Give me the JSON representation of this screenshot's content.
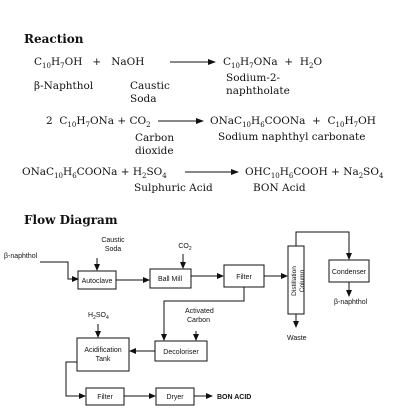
{
  "reaction": {
    "heading": "Reaction",
    "eq1": {
      "left": "C10H7OH  +  NaOH",
      "right": "C10H7ONa  +  H2O",
      "labels": [
        "β-Naphthol",
        "Caustic Soda",
        "Sodium-2-naphtholate"
      ]
    },
    "eq2": {
      "left": "2 C10H7ONa + CO2",
      "right": "ONaC10H6COONa  +  C10H7OH",
      "labels": [
        "Carbon dioxide",
        "Sodium naphthyl carbonate"
      ]
    },
    "eq3": {
      "left": "ONaC10H6COONa + H2SO4",
      "right": "OHC10H6COOH + Na2SO4",
      "labels": [
        "Sulphuric Acid",
        "BON Acid"
      ]
    }
  },
  "flow": {
    "heading": "Flow Diagram",
    "inputs": {
      "naphthol": "β-naphthol",
      "caustic": "Caustic Soda",
      "co2": "CO2",
      "h2so4": "H2SO4",
      "activated_carbon": "Activated Carbon"
    },
    "units": {
      "autoclave": "Autoclave",
      "ball_mill": "Ball Mill",
      "filter1": "Filter",
      "distillation": "Distillation Column",
      "condenser": "Condenser",
      "decoloriser": "Decoloriser",
      "acidification": "Acidification Tank",
      "filter2": "Filter",
      "dryer": "Dryer"
    },
    "outputs": {
      "naphthol_out": "β-naphthol",
      "waste": "Waste",
      "bon_acid": "BON ACID"
    }
  }
}
